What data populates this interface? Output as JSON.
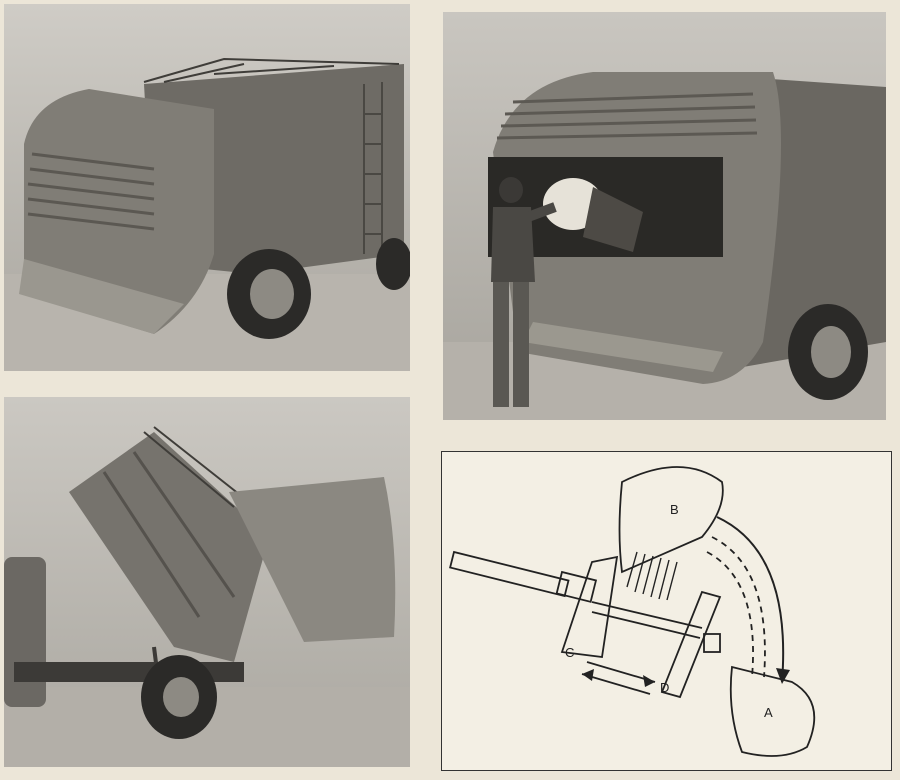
{
  "photos": [
    {
      "subject": "refuse-truck-rear-closed"
    },
    {
      "subject": "refuse-truck-rear-open-with-worker"
    },
    {
      "subject": "refuse-truck-body-tipped"
    }
  ],
  "diagram": {
    "labels": {
      "a": "A",
      "b": "B",
      "c": "C",
      "d": "D"
    }
  },
  "colors": {
    "page": "#ece6d8",
    "photo_bg": "#bdbab3",
    "ink": "#222222",
    "body_dark": "#6e6b65",
    "body_mid": "#8d8a83"
  }
}
